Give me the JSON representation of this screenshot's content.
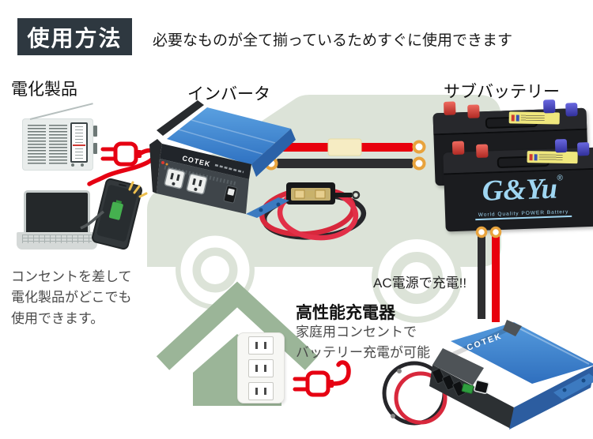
{
  "header": {
    "badge": "使用方法",
    "subtitle": "必要なものが全て揃っているためすぐに使用できます"
  },
  "appliances": {
    "label": "電化製品",
    "note_lines": [
      "コンセントを差して",
      "電化製品がどこでも",
      "使用できます。"
    ]
  },
  "inverter": {
    "label": "インバータ",
    "brand": "COTEK"
  },
  "battery": {
    "label": "サブバッテリー",
    "brand": "G&Yu",
    "reg_mark": "®",
    "tagline": "World Quality POWER Battery"
  },
  "charger": {
    "label": "高性能充電器",
    "brand": "COTEK",
    "ac_note": "AC電源で充電!!",
    "note_lines": [
      "家庭用コンセントで",
      "バッテリー充電が可能"
    ]
  },
  "icons": {
    "plug": "power-plug",
    "outlet": "wall-outlet",
    "house": "house",
    "car": "car-silhouette",
    "radio": "radio",
    "laptop": "laptop",
    "smartphone": "smartphone-charging",
    "sparkle": "sparkle"
  },
  "colors": {
    "accent_red": "#e60012",
    "car_sage": "#dce3d8",
    "house_green": "#9bb598",
    "badge_bg": "#2e3840",
    "cotek_blue": "#4489d4",
    "battery_logo_blue": "#9fd6f2",
    "cable_black": "#2e2e30",
    "terminal_gold": "#e8a33d",
    "fuse_yellow": "#f6ecc3"
  }
}
